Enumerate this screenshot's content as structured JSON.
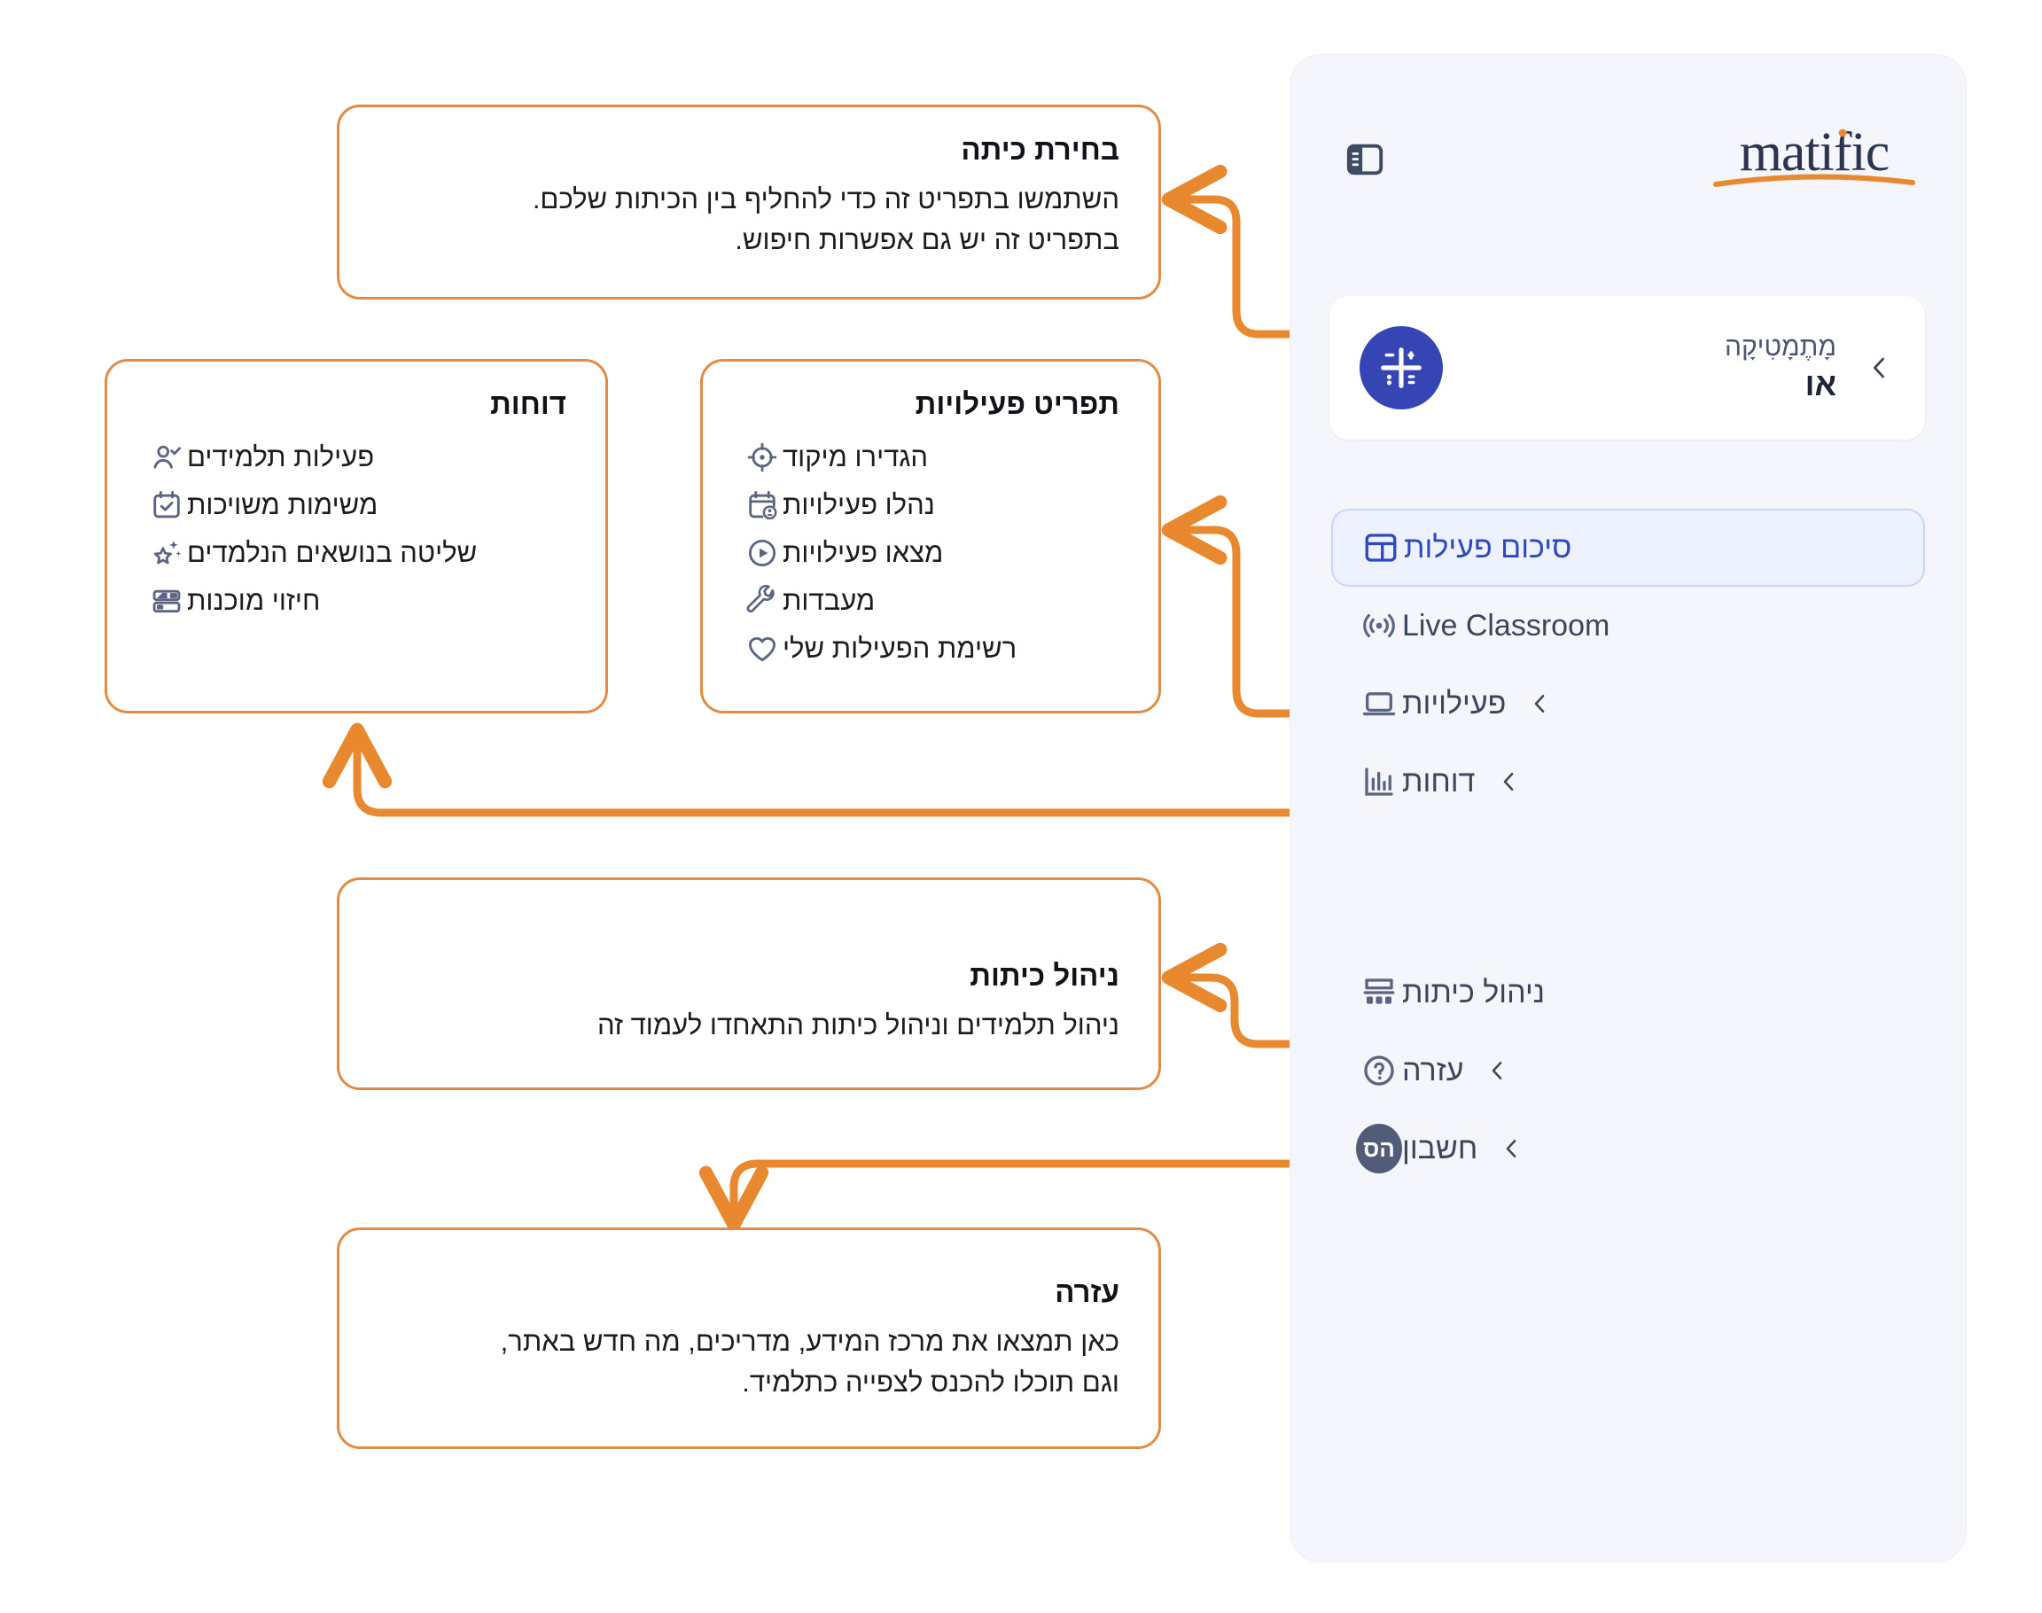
{
  "brand": {
    "logo_text": "matific",
    "accent_orange": "#e8892f",
    "accent_blue": "#3048bd",
    "sidebar_bg": "#f4f6fb"
  },
  "sidebar": {
    "panel_toggle_icon": "sidebar-panel-toggle-icon",
    "class_card": {
      "avatar_icon": "math-operators-icon",
      "subject": "מָתֶמָטִיקָה",
      "class_name": "או",
      "chevron_icon": "chevron-left-icon"
    },
    "items": [
      {
        "label": "סיכום פעילות",
        "icon": "dashboard-layout-icon",
        "active": true,
        "chevron": false
      },
      {
        "label": "Live Classroom",
        "icon": "broadcast-icon",
        "active": false,
        "chevron": false
      },
      {
        "label": "פעילויות",
        "icon": "laptop-icon",
        "active": false,
        "chevron": true
      },
      {
        "label": "דוחות",
        "icon": "bar-chart-icon",
        "active": false,
        "chevron": true
      },
      {
        "label": "ניהול כיתות",
        "icon": "classroom-icon",
        "active": false,
        "chevron": false
      },
      {
        "label": "עזרה",
        "icon": "question-circle-icon",
        "active": false,
        "chevron": true
      },
      {
        "label": "חשבון",
        "icon": "account-avatar-icon",
        "active": false,
        "chevron": true,
        "avatar_initials": "הס"
      }
    ]
  },
  "callouts": {
    "class_picker": {
      "title": "בחירת כיתה",
      "line1": "השתמשו בתפריט זה כדי להחליף בין הכיתות שלכם.",
      "line2": "בתפריט זה יש גם אפשרות חיפוש."
    },
    "reports": {
      "title": "דוחות",
      "items": [
        {
          "label": "פעילות תלמידים",
          "icon": "user-check-icon"
        },
        {
          "label": "משימות משויכות",
          "icon": "calendar-check-icon"
        },
        {
          "label": "שליטה בנושאים הנלמדים",
          "icon": "star-sparkle-icon"
        },
        {
          "label": "חיזוי מוכנות",
          "icon": "layout-blocks-icon"
        }
      ]
    },
    "activities": {
      "title": "תפריט פעילויות",
      "items": [
        {
          "label": "הגדירו מיקוד",
          "icon": "target-icon"
        },
        {
          "label": "נהלו פעילויות",
          "icon": "calendar-user-icon"
        },
        {
          "label": "מצאו פעילויות",
          "icon": "play-circle-icon"
        },
        {
          "label": "מעבדות",
          "icon": "wrench-icon"
        },
        {
          "label": "רשימת הפעילות שלי",
          "icon": "heart-icon"
        }
      ]
    },
    "class_management": {
      "title": "ניהול כיתות",
      "line1": "ניהול תלמידים וניהול כיתות התאחדו לעמוד זה"
    },
    "help": {
      "title": "עזרה",
      "line1": "כאן תמצאו את מרכז המידע, מדריכים, מה חדש באתר,",
      "line2": "וגם תוכלו להכנס לצפייה כתלמיד."
    }
  }
}
